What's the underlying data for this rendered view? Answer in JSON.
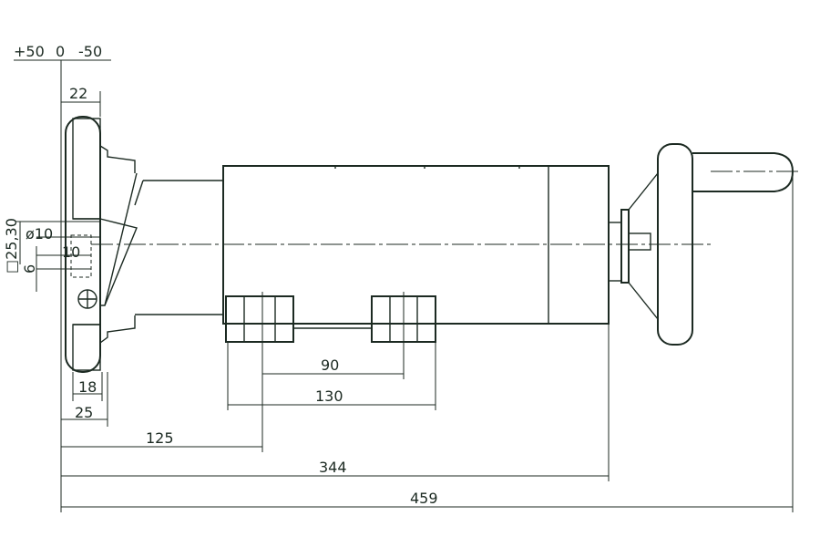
{
  "scale": {
    "plus": "+50",
    "zero": "0",
    "minus": "-50"
  },
  "dimensions": {
    "d22": "22",
    "d18": "18",
    "d25": "25",
    "d90": "90",
    "d130": "130",
    "d125": "125",
    "d344": "344",
    "d459": "459",
    "phi10": "ø10",
    "d10": "10",
    "d6": "6",
    "sq25_30": "□25,30"
  }
}
